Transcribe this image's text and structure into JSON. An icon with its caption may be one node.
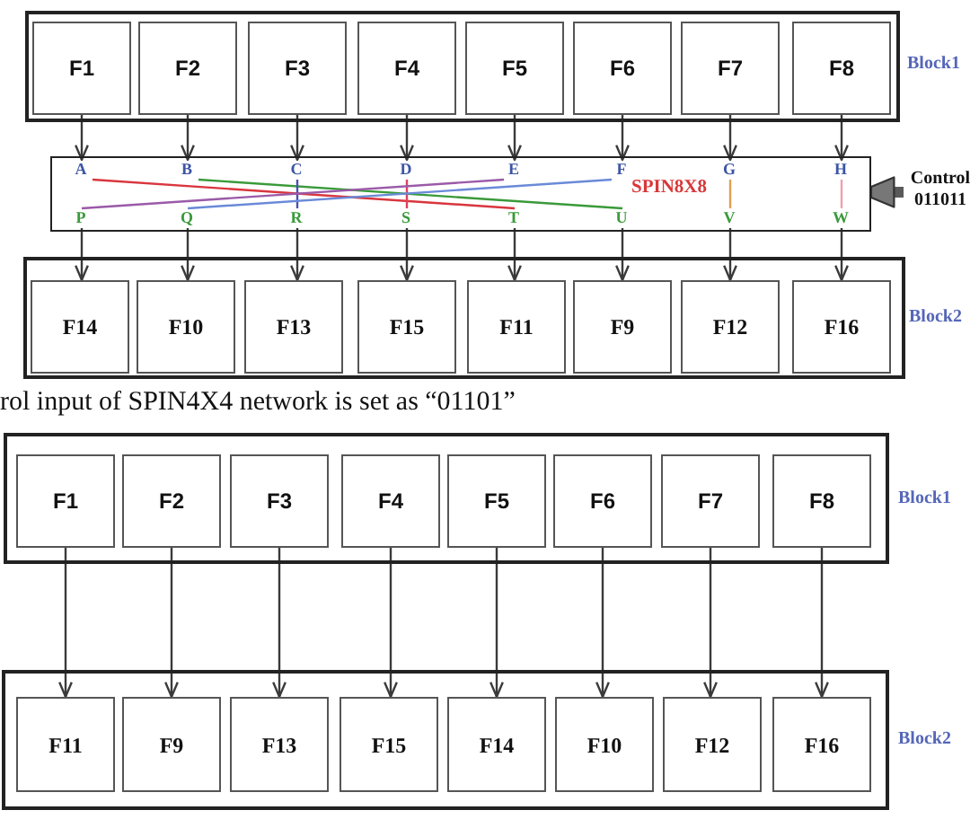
{
  "diagram": {
    "nodes": [
      {
        "text": [],
        "shape": "box",
        "beside": [
          "Block1"
        ]
      },
      {
        "text": [
          "F1"
        ],
        "in": 0
      },
      {
        "text": [
          "F2"
        ],
        "in": 0
      },
      {
        "text": [
          "F3"
        ],
        "in": 0
      },
      {
        "text": [
          "F4"
        ],
        "in": 0
      },
      {
        "text": [
          "F5"
        ],
        "in": 0
      },
      {
        "text": [
          "F6"
        ],
        "in": 0
      },
      {
        "text": [
          "F7"
        ],
        "in": 0
      },
      {
        "text": [
          "F8"
        ],
        "in": 0
      },
      {
        "text": [
          "SPIN8X8"
        ]
      },
      {
        "text": [
          "A"
        ],
        "in": 9
      },
      {
        "text": [
          "B"
        ],
        "in": 9
      },
      {
        "text": [
          "C"
        ],
        "in": 9
      },
      {
        "text": [
          "D"
        ],
        "in": 9
      },
      {
        "text": [
          "E"
        ],
        "in": 9
      },
      {
        "text": [
          "F"
        ],
        "in": 9
      },
      {
        "text": [
          "G"
        ],
        "in": 9
      },
      {
        "text": [
          "H"
        ],
        "in": 9
      },
      {
        "text": [
          "P"
        ],
        "in": 9
      },
      {
        "text": [
          "Q"
        ],
        "in": 9
      },
      {
        "text": [
          "R"
        ],
        "in": 9
      },
      {
        "text": [
          "S"
        ],
        "in": 9
      },
      {
        "text": [
          "T"
        ],
        "in": 9
      },
      {
        "text": [
          "U"
        ],
        "in": 9
      },
      {
        "text": [
          "V"
        ],
        "in": 9
      },
      {
        "text": [
          "W"
        ],
        "in": 9
      },
      {
        "text": [
          "Control 011011"
        ]
      },
      {
        "text": [],
        "shape": "box",
        "beside": [
          "Block2"
        ]
      },
      {
        "text": [
          "F14"
        ],
        "in": 27
      },
      {
        "text": [
          "F10"
        ],
        "in": 27
      },
      {
        "text": [
          "F13"
        ],
        "in": 27
      },
      {
        "text": [
          "F15"
        ],
        "in": 27
      },
      {
        "text": [
          "F11"
        ],
        "in": 27
      },
      {
        "text": [
          "F9"
        ],
        "in": 27
      },
      {
        "text": [
          "F12"
        ],
        "in": 27
      },
      {
        "text": [
          "F16"
        ],
        "in": 27
      },
      {
        "text": [],
        "shape": "box",
        "beside": [
          "Block1"
        ]
      },
      {
        "text": [
          "F1"
        ],
        "in": 36
      },
      {
        "text": [
          "F2"
        ],
        "in": 36
      },
      {
        "text": [
          "F3"
        ],
        "in": 36
      },
      {
        "text": [
          "F4"
        ],
        "in": 36
      },
      {
        "text": [
          "F5"
        ],
        "in": 36
      },
      {
        "text": [
          "F6"
        ],
        "in": 36
      },
      {
        "text": [
          "F7"
        ],
        "in": 36
      },
      {
        "text": [
          "F8"
        ],
        "in": 36
      },
      {
        "text": [],
        "shape": "box",
        "beside": [
          "Block2"
        ]
      },
      {
        "text": [
          "F11"
        ],
        "in": 45
      },
      {
        "text": [
          "F9"
        ],
        "in": 45
      },
      {
        "text": [
          "F13"
        ],
        "in": 45
      },
      {
        "text": [
          "F15"
        ],
        "in": 45
      },
      {
        "text": [
          "F14"
        ],
        "in": 45
      },
      {
        "text": [
          "F10"
        ],
        "in": 45
      },
      {
        "text": [
          "F12"
        ],
        "in": 45
      },
      {
        "text": [
          "F16"
        ],
        "in": 45
      }
    ],
    "edges": [
      {
        "from": 1,
        "to": 10,
        "arrow": "to"
      },
      {
        "from": 2,
        "to": 11,
        "arrow": "to"
      },
      {
        "from": 3,
        "to": 12,
        "arrow": "to"
      },
      {
        "from": 4,
        "to": 13,
        "arrow": "to"
      },
      {
        "from": 5,
        "to": 14,
        "arrow": "to"
      },
      {
        "from": 6,
        "to": 15,
        "arrow": "to"
      },
      {
        "from": 7,
        "to": 16,
        "arrow": "to"
      },
      {
        "from": 8,
        "to": 17,
        "arrow": "to"
      },
      {
        "from": 10,
        "to": 22,
        "arrow": "none",
        "color": "#d9363e"
      },
      {
        "from": 11,
        "to": 23,
        "arrow": "none",
        "color": "#3a9a3a"
      },
      {
        "from": 12,
        "to": 20,
        "arrow": "none",
        "color": "#4a50b0"
      },
      {
        "from": 13,
        "to": 21,
        "arrow": "none",
        "color": "#e0405a"
      },
      {
        "from": 14,
        "to": 18,
        "arrow": "none",
        "color": "#9a5aa8"
      },
      {
        "from": 15,
        "to": 19,
        "arrow": "none",
        "color": "#6a8ad8"
      },
      {
        "from": 16,
        "to": 24,
        "arrow": "none",
        "color": "#e0a050"
      },
      {
        "from": 17,
        "to": 25,
        "arrow": "none",
        "color": "#f0a0b0"
      },
      {
        "from": 18,
        "to": 28,
        "arrow": "to"
      },
      {
        "from": 19,
        "to": 29,
        "arrow": "to"
      },
      {
        "from": 20,
        "to": 30,
        "arrow": "to"
      },
      {
        "from": 21,
        "to": 31,
        "arrow": "to"
      },
      {
        "from": 22,
        "to": 32,
        "arrow": "to"
      },
      {
        "from": 23,
        "to": 33,
        "arrow": "to"
      },
      {
        "from": 24,
        "to": 34,
        "arrow": "to"
      },
      {
        "from": 25,
        "to": 35,
        "arrow": "to"
      },
      {
        "from": 26,
        "to": 9,
        "arrow": "to",
        "style": "thick",
        "color": "#5a5a5a"
      },
      {
        "from": 37,
        "to": 46,
        "arrow": "to"
      },
      {
        "from": 38,
        "to": 47,
        "arrow": "to"
      },
      {
        "from": 39,
        "to": 48,
        "arrow": "to"
      },
      {
        "from": 40,
        "to": 49,
        "arrow": "to"
      },
      {
        "from": 41,
        "to": 50,
        "arrow": "to"
      },
      {
        "from": 42,
        "to": 51,
        "arrow": "to"
      },
      {
        "from": 43,
        "to": 52,
        "arrow": "to"
      },
      {
        "from": 44,
        "to": 53,
        "arrow": "to"
      }
    ],
    "labels": [
      "rol input of SPIN4X4 network is set as “01101”"
    ]
  }
}
